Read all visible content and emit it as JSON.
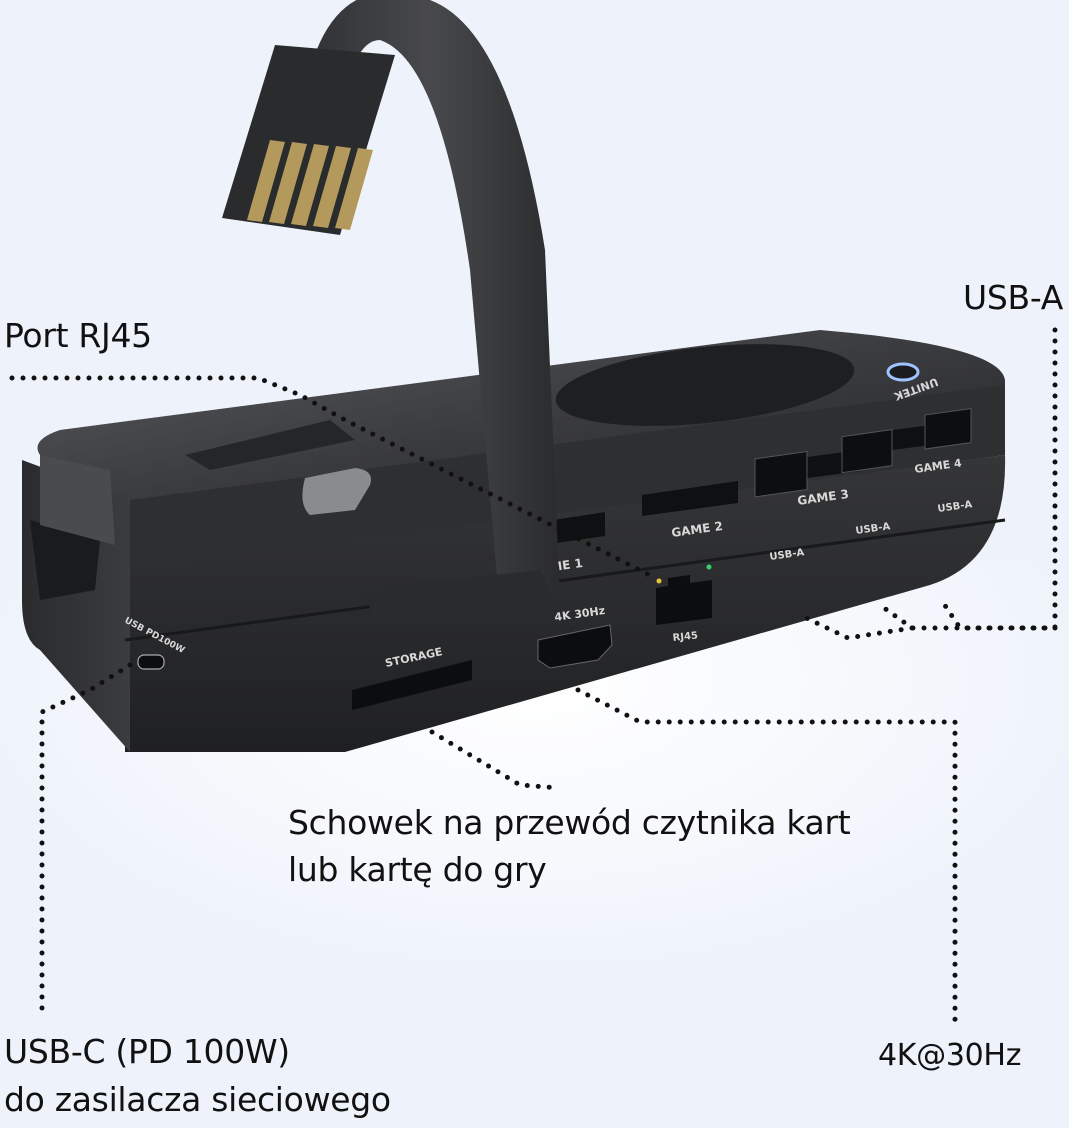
{
  "callouts": {
    "rj45": "Port RJ45",
    "usb_a": "USB-A",
    "storage_line1": "Schowek na przewód czytnika kart",
    "storage_line2": "lub kartę do gry",
    "usb_c_line1": "USB-C (PD 100W)",
    "usb_c_line2": "do zasilacza sieciowego",
    "hdmi": "4K@30Hz"
  },
  "device": {
    "brand": "UNITEK",
    "slots": [
      "GAME 1",
      "GAME 2",
      "GAME 3",
      "GAME 4"
    ],
    "ports": {
      "usb_a": [
        "USB-A",
        "USB-A",
        "USB-A"
      ],
      "rj45": "RJ45",
      "hdmi": "4K 30Hz",
      "storage": "STORAGE",
      "usb_c": "USB PD100W"
    }
  },
  "colors": {
    "background": "#eef3fb",
    "device_body": "#2b2c2e",
    "contacts_gold": "#b39a5c",
    "led_ring": "#9fc3ff",
    "led_green": "#35d16a",
    "led_amber": "#e7c23a",
    "leader_dots": "#111111"
  }
}
